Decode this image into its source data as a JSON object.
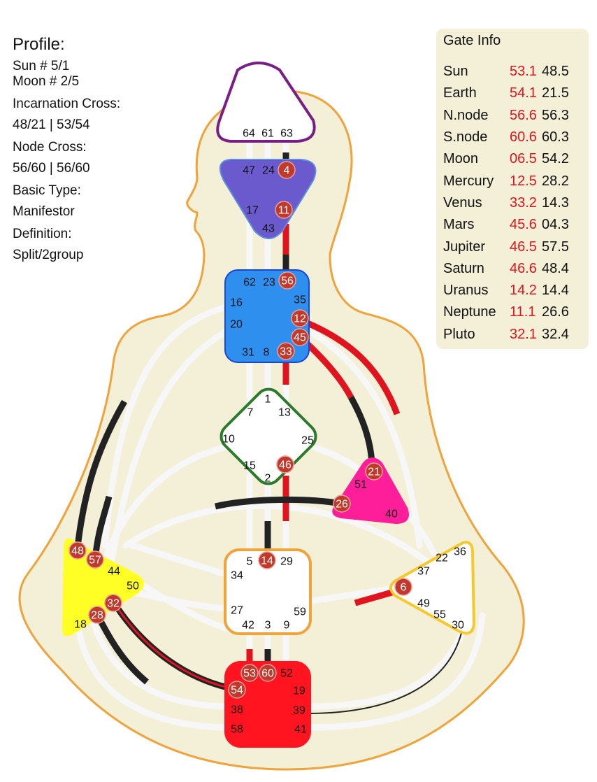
{
  "profile": {
    "title": "Profile:",
    "sun": "Sun # 5/1",
    "moon": "Moon # 2/5",
    "incarnation_label": "Incarnation Cross:",
    "incarnation_value": "48/21 | 53/54",
    "node_label": "Node Cross:",
    "node_value": "56/60 | 56/60",
    "type_label": "Basic Type:",
    "type_value": "Manifestor",
    "definition_label": "Definition:",
    "definition_value": "Split/2group"
  },
  "gate_info": {
    "title": "Gate Info",
    "rows": [
      {
        "planet": "Sun",
        "personality": "53.1",
        "design": "48.5"
      },
      {
        "planet": "Earth",
        "personality": "54.1",
        "design": "21.5"
      },
      {
        "planet": "N.node",
        "personality": "56.6",
        "design": "56.3"
      },
      {
        "planet": "S.node",
        "personality": "60.6",
        "design": "60.3"
      },
      {
        "planet": "Moon",
        "personality": "06.5",
        "design": "54.2"
      },
      {
        "planet": "Mercury",
        "personality": "12.5",
        "design": "28.2"
      },
      {
        "planet": "Venus",
        "personality": "33.2",
        "design": "14.3"
      },
      {
        "planet": "Mars",
        "personality": "45.6",
        "design": "04.3"
      },
      {
        "planet": "Jupiter",
        "personality": "46.5",
        "design": "57.5"
      },
      {
        "planet": "Saturn",
        "personality": "46.6",
        "design": "48.4"
      },
      {
        "planet": "Uranus",
        "personality": "14.2",
        "design": "14.4"
      },
      {
        "planet": "Neptune",
        "personality": "11.1",
        "design": "26.6"
      },
      {
        "planet": "Pluto",
        "personality": "32.1",
        "design": "32.4"
      }
    ]
  },
  "colors": {
    "body_fill": "#f3f0d7",
    "body_outline": "#f0a33a",
    "personality": "#e0141e",
    "design": "#222222",
    "channel_track": "#f7f7f7",
    "active_gate": "#c0392b",
    "head": "#7a1d86",
    "ajna": "#6a5acd",
    "throat": "#2f8fef",
    "g_center": "#2a7a2a",
    "heart": "#ff1e9a",
    "spleen": "#ffff26",
    "sacral_border": "#f0a33a",
    "solar_plexus_border": "#f5c92b",
    "root": "#ff1420"
  },
  "centers": [
    {
      "id": "head",
      "gates": [
        {
          "n": "64",
          "active": false
        },
        {
          "n": "61",
          "active": false
        },
        {
          "n": "63",
          "active": false
        }
      ]
    },
    {
      "id": "ajna",
      "gates": [
        {
          "n": "47",
          "active": false
        },
        {
          "n": "24",
          "active": false
        },
        {
          "n": "4",
          "active": true
        },
        {
          "n": "17",
          "active": false
        },
        {
          "n": "11",
          "active": true
        },
        {
          "n": "43",
          "active": false
        }
      ]
    },
    {
      "id": "throat",
      "gates": [
        {
          "n": "62",
          "active": false
        },
        {
          "n": "23",
          "active": false
        },
        {
          "n": "56",
          "active": true
        },
        {
          "n": "16",
          "active": false
        },
        {
          "n": "35",
          "active": false
        },
        {
          "n": "20",
          "active": false
        },
        {
          "n": "12",
          "active": true
        },
        {
          "n": "45",
          "active": true
        },
        {
          "n": "31",
          "active": false
        },
        {
          "n": "8",
          "active": false
        },
        {
          "n": "33",
          "active": true
        }
      ]
    },
    {
      "id": "g",
      "gates": [
        {
          "n": "1",
          "active": false
        },
        {
          "n": "7",
          "active": false
        },
        {
          "n": "13",
          "active": false
        },
        {
          "n": "10",
          "active": false
        },
        {
          "n": "25",
          "active": false
        },
        {
          "n": "15",
          "active": false
        },
        {
          "n": "46",
          "active": true
        },
        {
          "n": "2",
          "active": false
        }
      ]
    },
    {
      "id": "heart",
      "gates": [
        {
          "n": "21",
          "active": true
        },
        {
          "n": "51",
          "active": false
        },
        {
          "n": "26",
          "active": true
        },
        {
          "n": "40",
          "active": false
        }
      ]
    },
    {
      "id": "spleen",
      "gates": [
        {
          "n": "48",
          "active": true
        },
        {
          "n": "57",
          "active": true
        },
        {
          "n": "44",
          "active": false
        },
        {
          "n": "50",
          "active": false
        },
        {
          "n": "32",
          "active": true
        },
        {
          "n": "28",
          "active": true
        },
        {
          "n": "18",
          "active": false
        }
      ]
    },
    {
      "id": "sacral",
      "gates": [
        {
          "n": "5",
          "active": false
        },
        {
          "n": "14",
          "active": true
        },
        {
          "n": "29",
          "active": false
        },
        {
          "n": "34",
          "active": false
        },
        {
          "n": "27",
          "active": false
        },
        {
          "n": "59",
          "active": false
        },
        {
          "n": "42",
          "active": false
        },
        {
          "n": "3",
          "active": false
        },
        {
          "n": "9",
          "active": false
        }
      ]
    },
    {
      "id": "solar-plexus",
      "gates": [
        {
          "n": "36",
          "active": false
        },
        {
          "n": "22",
          "active": false
        },
        {
          "n": "37",
          "active": false
        },
        {
          "n": "6",
          "active": true
        },
        {
          "n": "49",
          "active": false
        },
        {
          "n": "55",
          "active": false
        },
        {
          "n": "30",
          "active": false
        }
      ]
    },
    {
      "id": "root",
      "gates": [
        {
          "n": "53",
          "active": true
        },
        {
          "n": "60",
          "active": true
        },
        {
          "n": "52",
          "active": false
        },
        {
          "n": "54",
          "active": true
        },
        {
          "n": "19",
          "active": false
        },
        {
          "n": "38",
          "active": false
        },
        {
          "n": "39",
          "active": false
        },
        {
          "n": "58",
          "active": false
        },
        {
          "n": "41",
          "active": false
        }
      ]
    }
  ]
}
